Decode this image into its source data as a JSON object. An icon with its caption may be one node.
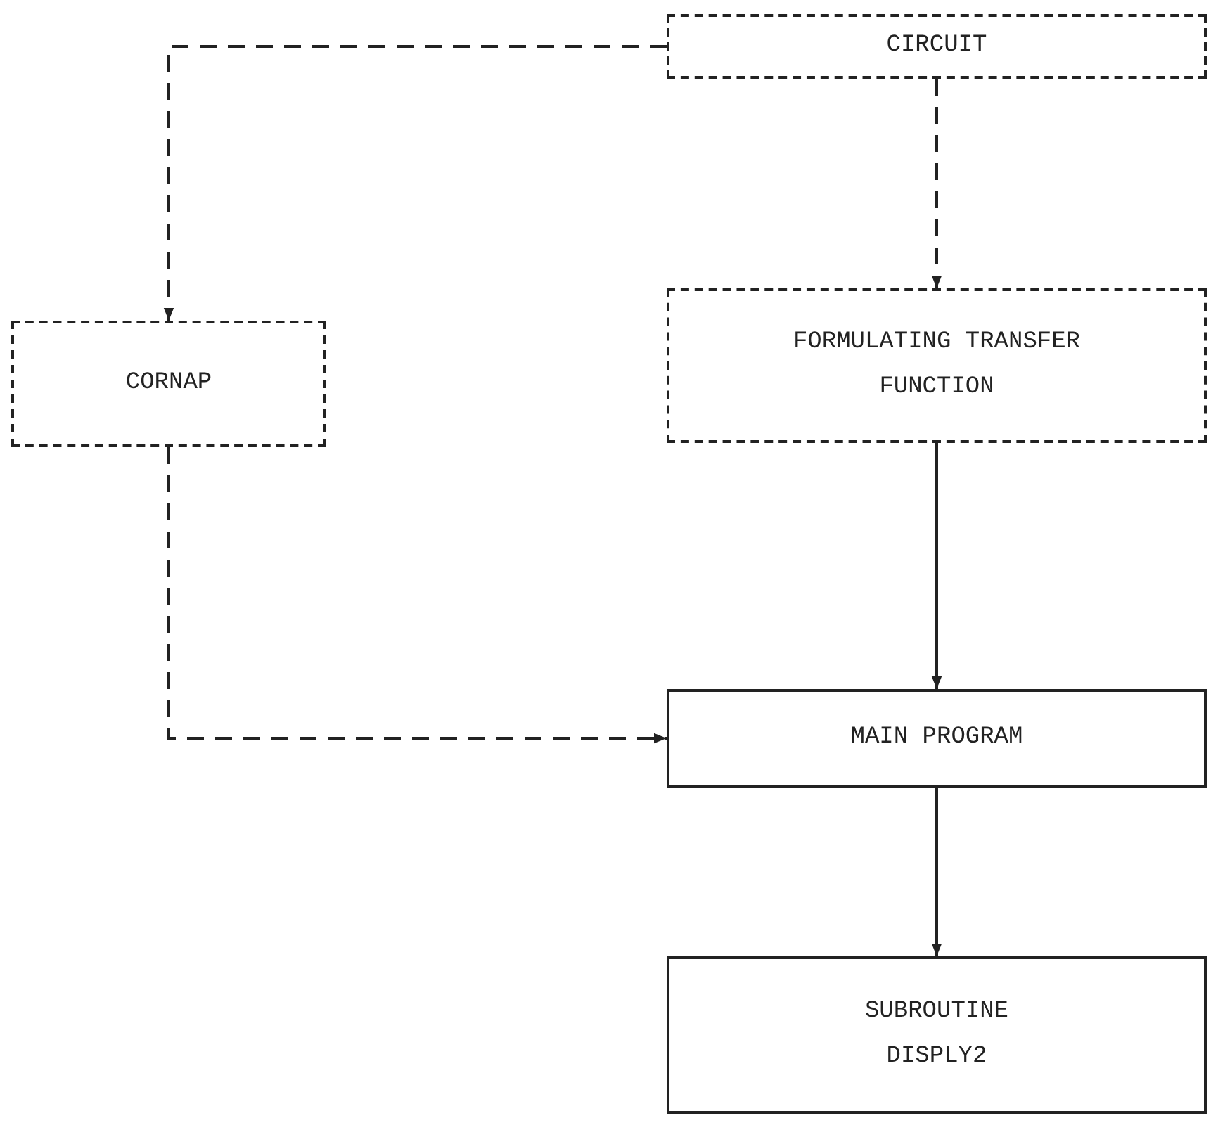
{
  "diagram": {
    "nodes": [
      {
        "text": [
          "CIRCUIT"
        ]
      },
      {
        "text": [
          "CORNAP"
        ]
      },
      {
        "text": [
          "FORMULATING TRANSFER FUNCTION"
        ]
      },
      {
        "text": [
          "MAIN PROGRAM"
        ]
      },
      {
        "text": [
          "SUBROUTINE DISPLY2"
        ]
      }
    ],
    "edges": [
      {
        "from": 0,
        "to": 1,
        "arrow": "to",
        "style": "dashed"
      },
      {
        "from": 0,
        "to": 2,
        "arrow": "to",
        "style": "dashed"
      },
      {
        "from": 2,
        "to": 3,
        "arrow": "to"
      },
      {
        "from": 1,
        "to": 3,
        "arrow": "to",
        "style": "dashed"
      },
      {
        "from": 3,
        "to": 4,
        "arrow": "to"
      }
    ]
  }
}
